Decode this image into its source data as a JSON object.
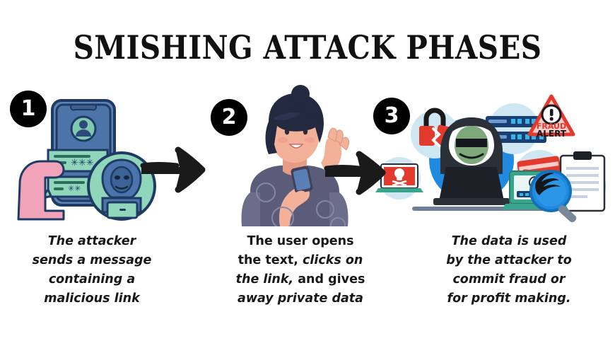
{
  "poster": {
    "title": "SMISHING ATTACK PHASES",
    "background_color": "#ffffff",
    "title_color": "#111111"
  },
  "phases": [
    {
      "number": "1",
      "badge_color": "#000000",
      "badge_text_color": "#ffffff",
      "illustration": "hand-holding-phone-with-hacker",
      "caption_lines": [
        {
          "text": "The attacker",
          "style": "italic"
        },
        {
          "text": "sends a message",
          "style": "italic"
        },
        {
          "text": "containing a",
          "style": "italic"
        },
        {
          "text": "malicious link",
          "style": "italic"
        }
      ]
    },
    {
      "number": "2",
      "badge_color": "#000000",
      "badge_text_color": "#ffffff",
      "illustration": "woman-looking-at-phone",
      "caption_lines": [
        {
          "text": "The user opens",
          "style": "normal"
        },
        {
          "text": "the text, ",
          "style": "normal",
          "italic_tail": "clicks on"
        },
        {
          "text": "the link,",
          "style": "italic",
          "normal_tail": " and gives"
        },
        {
          "text": "away private data",
          "style": "italic"
        }
      ]
    },
    {
      "number": "3",
      "badge_color": "#000000",
      "badge_text_color": "#ffffff",
      "illustration": "hacker-at-laptop-with-stolen-data-fraud-alert",
      "caption_lines": [
        {
          "text": "The data is used",
          "style": "italic"
        },
        {
          "text": "by the attacker to",
          "style": "italic"
        },
        {
          "text": "commit fraud or",
          "style": "italic"
        },
        {
          "text": "for profit making.",
          "style": "italic"
        }
      ]
    }
  ],
  "arrows": [
    {
      "name": "arrow-phase1-to-phase2",
      "color": "#1a1a1a"
    },
    {
      "name": "arrow-phase2-to-phase3",
      "color": "#1a1a1a"
    }
  ],
  "illustration_labels": {
    "fraud_alert_top": "FRAUD",
    "fraud_alert_bottom": "ALERT"
  },
  "palette": {
    "phone_body": "#4d74a8",
    "phone_outline": "#1f3a63",
    "chat_bubble": "#8fd6bb",
    "hand_pink": "#f0a3b9",
    "mint_circle": "#8fd6bb",
    "hacker_navy": "#2c4a7c",
    "skin": "#f3b199",
    "hair_dark": "#23293f",
    "shirt_purple": "#5a5c79",
    "bright_blue": "#1f8ae0",
    "pale_blue": "#cfe6f3",
    "alert_red": "#e23b2e",
    "alert_pink": "#f8c9c6",
    "teal_laptop": "#3aa58d",
    "dark_laptop": "#262b33"
  }
}
